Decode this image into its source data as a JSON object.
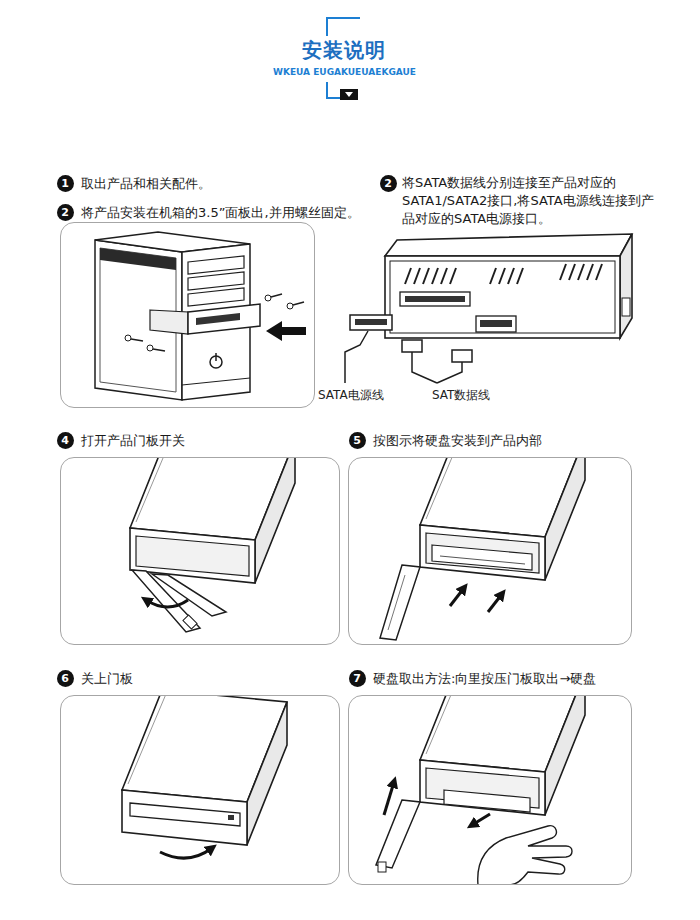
{
  "diagram": {
    "title": "安装说明",
    "nodes": [
      {
        "text": [
          "取出产品和相关配件。",
          "将产品安装在机箱的3.5”面板出,并用螺丝固定。"
        ]
      },
      {
        "text": [
          "打开产品门板开关"
        ]
      },
      {
        "text": [
          "按图示将硬盘安装到产品内部"
        ]
      },
      {
        "text": [
          "关上门板"
        ]
      },
      {
        "text": [
          "硬盘取出方法:向里按压门板取出→硬盘"
        ]
      }
    ],
    "labels": [
      "WKEUA EUGAKUEUAEKGAUE",
      "1",
      "2",
      "2",
      "将SATA数据线分别连接至产品对应的SATA1/SATA2接口,将SATA电源线连接到产品对应的SATA电源接口。",
      "SATA电源线",
      "SAT数据线",
      "4",
      "5",
      "6",
      "7"
    ]
  }
}
